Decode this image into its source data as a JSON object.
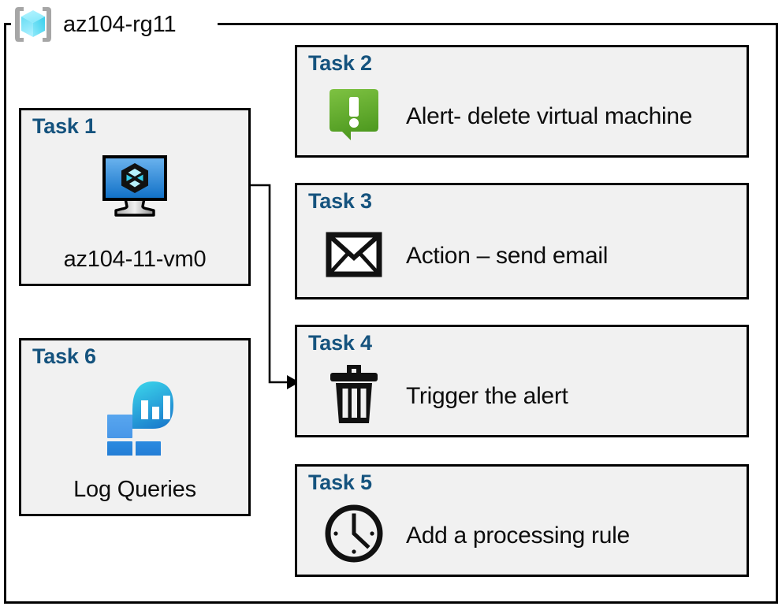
{
  "container": {
    "title": "az104-rg11",
    "icon": "resource-group-cube-icon",
    "border_color": "#000000",
    "background": "#ffffff"
  },
  "theme": {
    "card_background": "#f1f1f1",
    "card_border": "#000000",
    "task_label_color": "#15537e",
    "caption_color": "#0d0d0d",
    "alert_green_light": "#7cc242",
    "alert_green_dark": "#4f9a28",
    "vm_blue_light": "#5ea8ea",
    "vm_blue_dark": "#1170c9",
    "cube_cyan_light": "#9bf0ff",
    "cube_cyan_dark": "#35cdea",
    "loganalytics_teal": "#32c8e0",
    "loganalytics_blue": "#1d7fd0",
    "connector_color": "#000000"
  },
  "cards": [
    {
      "id": "task-1",
      "title": "Task 1",
      "caption": "az104-11-vm0",
      "icon": "virtual-machine-icon",
      "layout": "vertical"
    },
    {
      "id": "task-6",
      "title": "Task 6",
      "caption": "Log Queries",
      "icon": "log-analytics-icon",
      "layout": "vertical"
    },
    {
      "id": "task-2",
      "title": "Task 2",
      "caption": "Alert- delete virtual machine",
      "icon": "alert-exclamation-bubble-icon",
      "layout": "horizontal"
    },
    {
      "id": "task-3",
      "title": "Task 3",
      "caption": "Action – send email",
      "icon": "envelope-icon",
      "layout": "horizontal"
    },
    {
      "id": "task-4",
      "title": "Task 4",
      "caption": "Trigger the alert",
      "icon": "trash-can-icon",
      "layout": "horizontal"
    },
    {
      "id": "task-5",
      "title": "Task 5",
      "caption": "Add a processing rule",
      "icon": "clock-icon",
      "layout": "horizontal"
    }
  ],
  "connector": {
    "from": "task-1 virtual-machine-icon",
    "to": "task-4",
    "arrow_direction": "right"
  }
}
